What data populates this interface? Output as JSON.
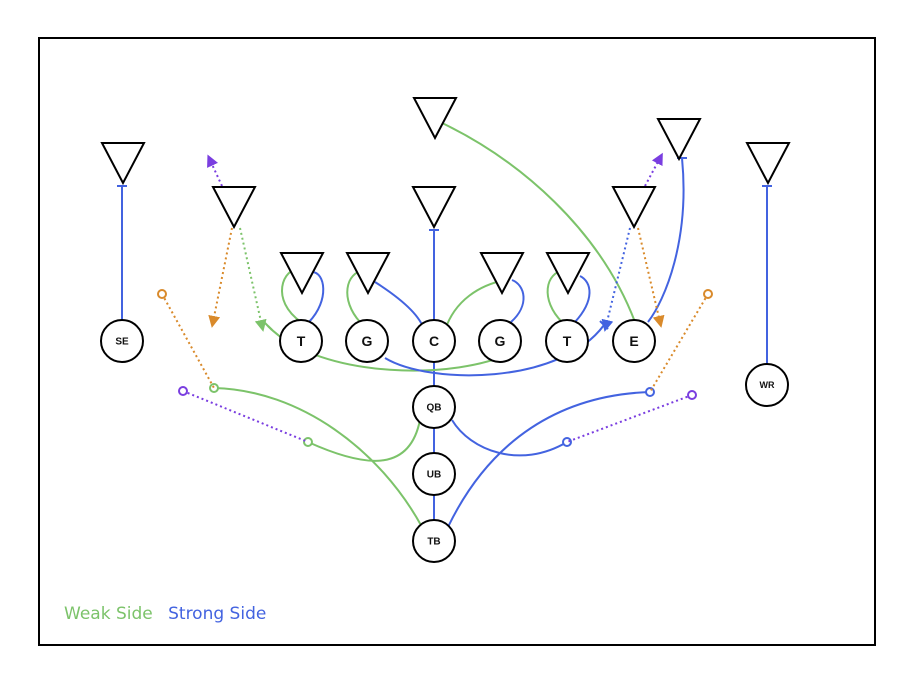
{
  "colors": {
    "weak": "#7cc36a",
    "strong": "#4363e0",
    "orange": "#d98a2b",
    "purple": "#7a3ee0",
    "ink": "#000000"
  },
  "offense": [
    {
      "id": "SE",
      "label": "SE"
    },
    {
      "id": "LT",
      "label": "T"
    },
    {
      "id": "LG",
      "label": "G"
    },
    {
      "id": "C",
      "label": "C"
    },
    {
      "id": "RG",
      "label": "G"
    },
    {
      "id": "RT",
      "label": "T"
    },
    {
      "id": "E",
      "label": "E"
    },
    {
      "id": "WR",
      "label": "WR"
    },
    {
      "id": "QB",
      "label": "QB"
    },
    {
      "id": "UB",
      "label": "UB"
    },
    {
      "id": "TB",
      "label": "TB"
    }
  ],
  "defense_count": 11,
  "legend": {
    "weak_label": "Weak Side",
    "strong_label": "Strong Side"
  }
}
